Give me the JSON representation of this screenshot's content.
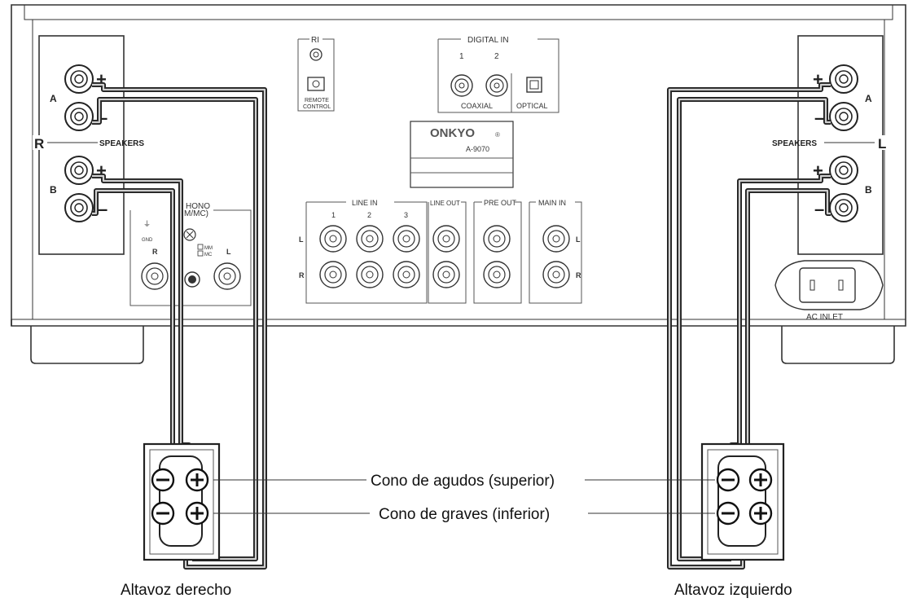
{
  "panel": {
    "ri_label": "RI",
    "remote_control_label": "REMOTE CONTROL",
    "remote_control_line1": "REMOTE",
    "remote_control_line2": "CONTROL",
    "digital_in": {
      "title": "DIGITAL IN",
      "input_1": "1",
      "input_2": "2",
      "coaxial": "COAXIAL",
      "optical": "OPTICAL"
    },
    "brand": "ONKYO",
    "model": "A-9070",
    "phono": {
      "title": "PHONO",
      "title_line1": "HONO",
      "title_line2": "M/MC)",
      "gnd": "GND",
      "mm": "MM",
      "mc": "MC",
      "r": "R",
      "l": "L"
    },
    "line_in": {
      "title": "LINE IN",
      "inputs": [
        "1",
        "2",
        "3"
      ]
    },
    "line_out": "LINE OUT",
    "pre_out": "PRE OUT",
    "main_in": "MAIN IN",
    "row_l": "L",
    "row_r": "R",
    "ac_inlet": "AC INLET",
    "speakers_right": {
      "channel": "R",
      "label": "SPEAKERS",
      "set_a": "A",
      "set_b": "B",
      "plus": "+",
      "minus": "–"
    },
    "speakers_left": {
      "channel": "L",
      "label": "SPEAKERS",
      "set_a": "A",
      "set_b": "B",
      "plus": "+",
      "minus": "–"
    }
  },
  "callouts": {
    "tweeter": "Cono de agudos (superior)",
    "woofer": "Cono de graves (inferior)"
  },
  "speakers": {
    "right_caption": "Altavoz derecho",
    "left_caption": "Altavoz izquierdo"
  }
}
